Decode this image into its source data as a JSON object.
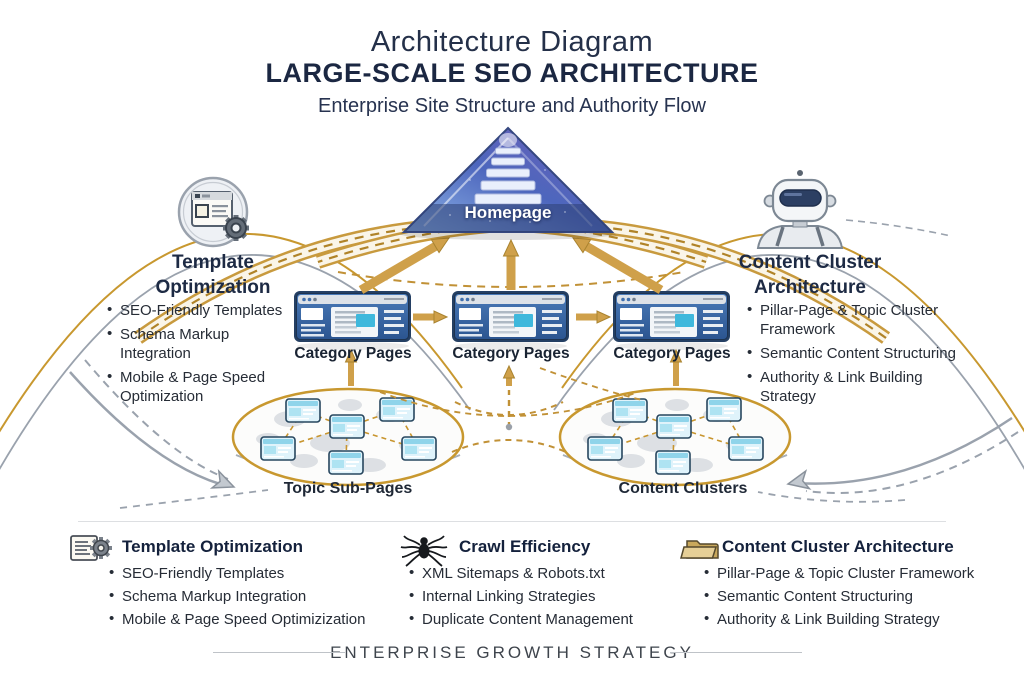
{
  "header": {
    "title": "Architecture Diagram",
    "subtitle": "LARGE-SCALE SEO ARCHITECTURE",
    "tagline": "Enterprise Site Structure and Authority Flow"
  },
  "pyramid": {
    "label": "Homepage"
  },
  "category_row": {
    "labels": [
      "Category Pages",
      "Category Pages",
      "Category Pages"
    ]
  },
  "left_panel": {
    "title": "Template Optimization",
    "bullets": [
      "SEO-Friendly Templates",
      "Schema Markup Integration",
      "Mobile & Page Speed Optimization"
    ]
  },
  "right_panel": {
    "title": "Content Cluster Architecture",
    "bullets": [
      "Pillar-Page & Topic Cluster Framework",
      "Semantic Content Structuring",
      "Authority & Link Building Strategy"
    ]
  },
  "clusters": {
    "left_label": "Topic Sub-Pages",
    "right_label": "Content Clusters"
  },
  "legend": {
    "columns": [
      {
        "icon": "document-gear-icon",
        "title": "Template Optimization",
        "items": [
          "SEO-Friendly Templates",
          "Schema Markup Integration",
          "Mobile & Page Speed Optimizization"
        ]
      },
      {
        "icon": "spider-icon",
        "title": "Crawl Efficiency",
        "items": [
          "XML Sitemaps & Robots.txt",
          "Internal Linking Strategies",
          "Duplicate Content Management"
        ]
      },
      {
        "icon": "folder-icon",
        "title": "Content Cluster Architecture",
        "items": [
          "Pillar-Page & Topic Cluster Framework",
          "Semantic Content Structuring",
          "Authority & Link Building Strategy"
        ]
      }
    ]
  },
  "footer": {
    "label": "ENTERPRISE GROWTH STRATEGY"
  },
  "colors": {
    "gold": "#C8982F",
    "navy": "#1D2A44",
    "gray": "#9AA2AD",
    "blue": "#3E6DA6",
    "cyan": "#3FB8DC"
  }
}
